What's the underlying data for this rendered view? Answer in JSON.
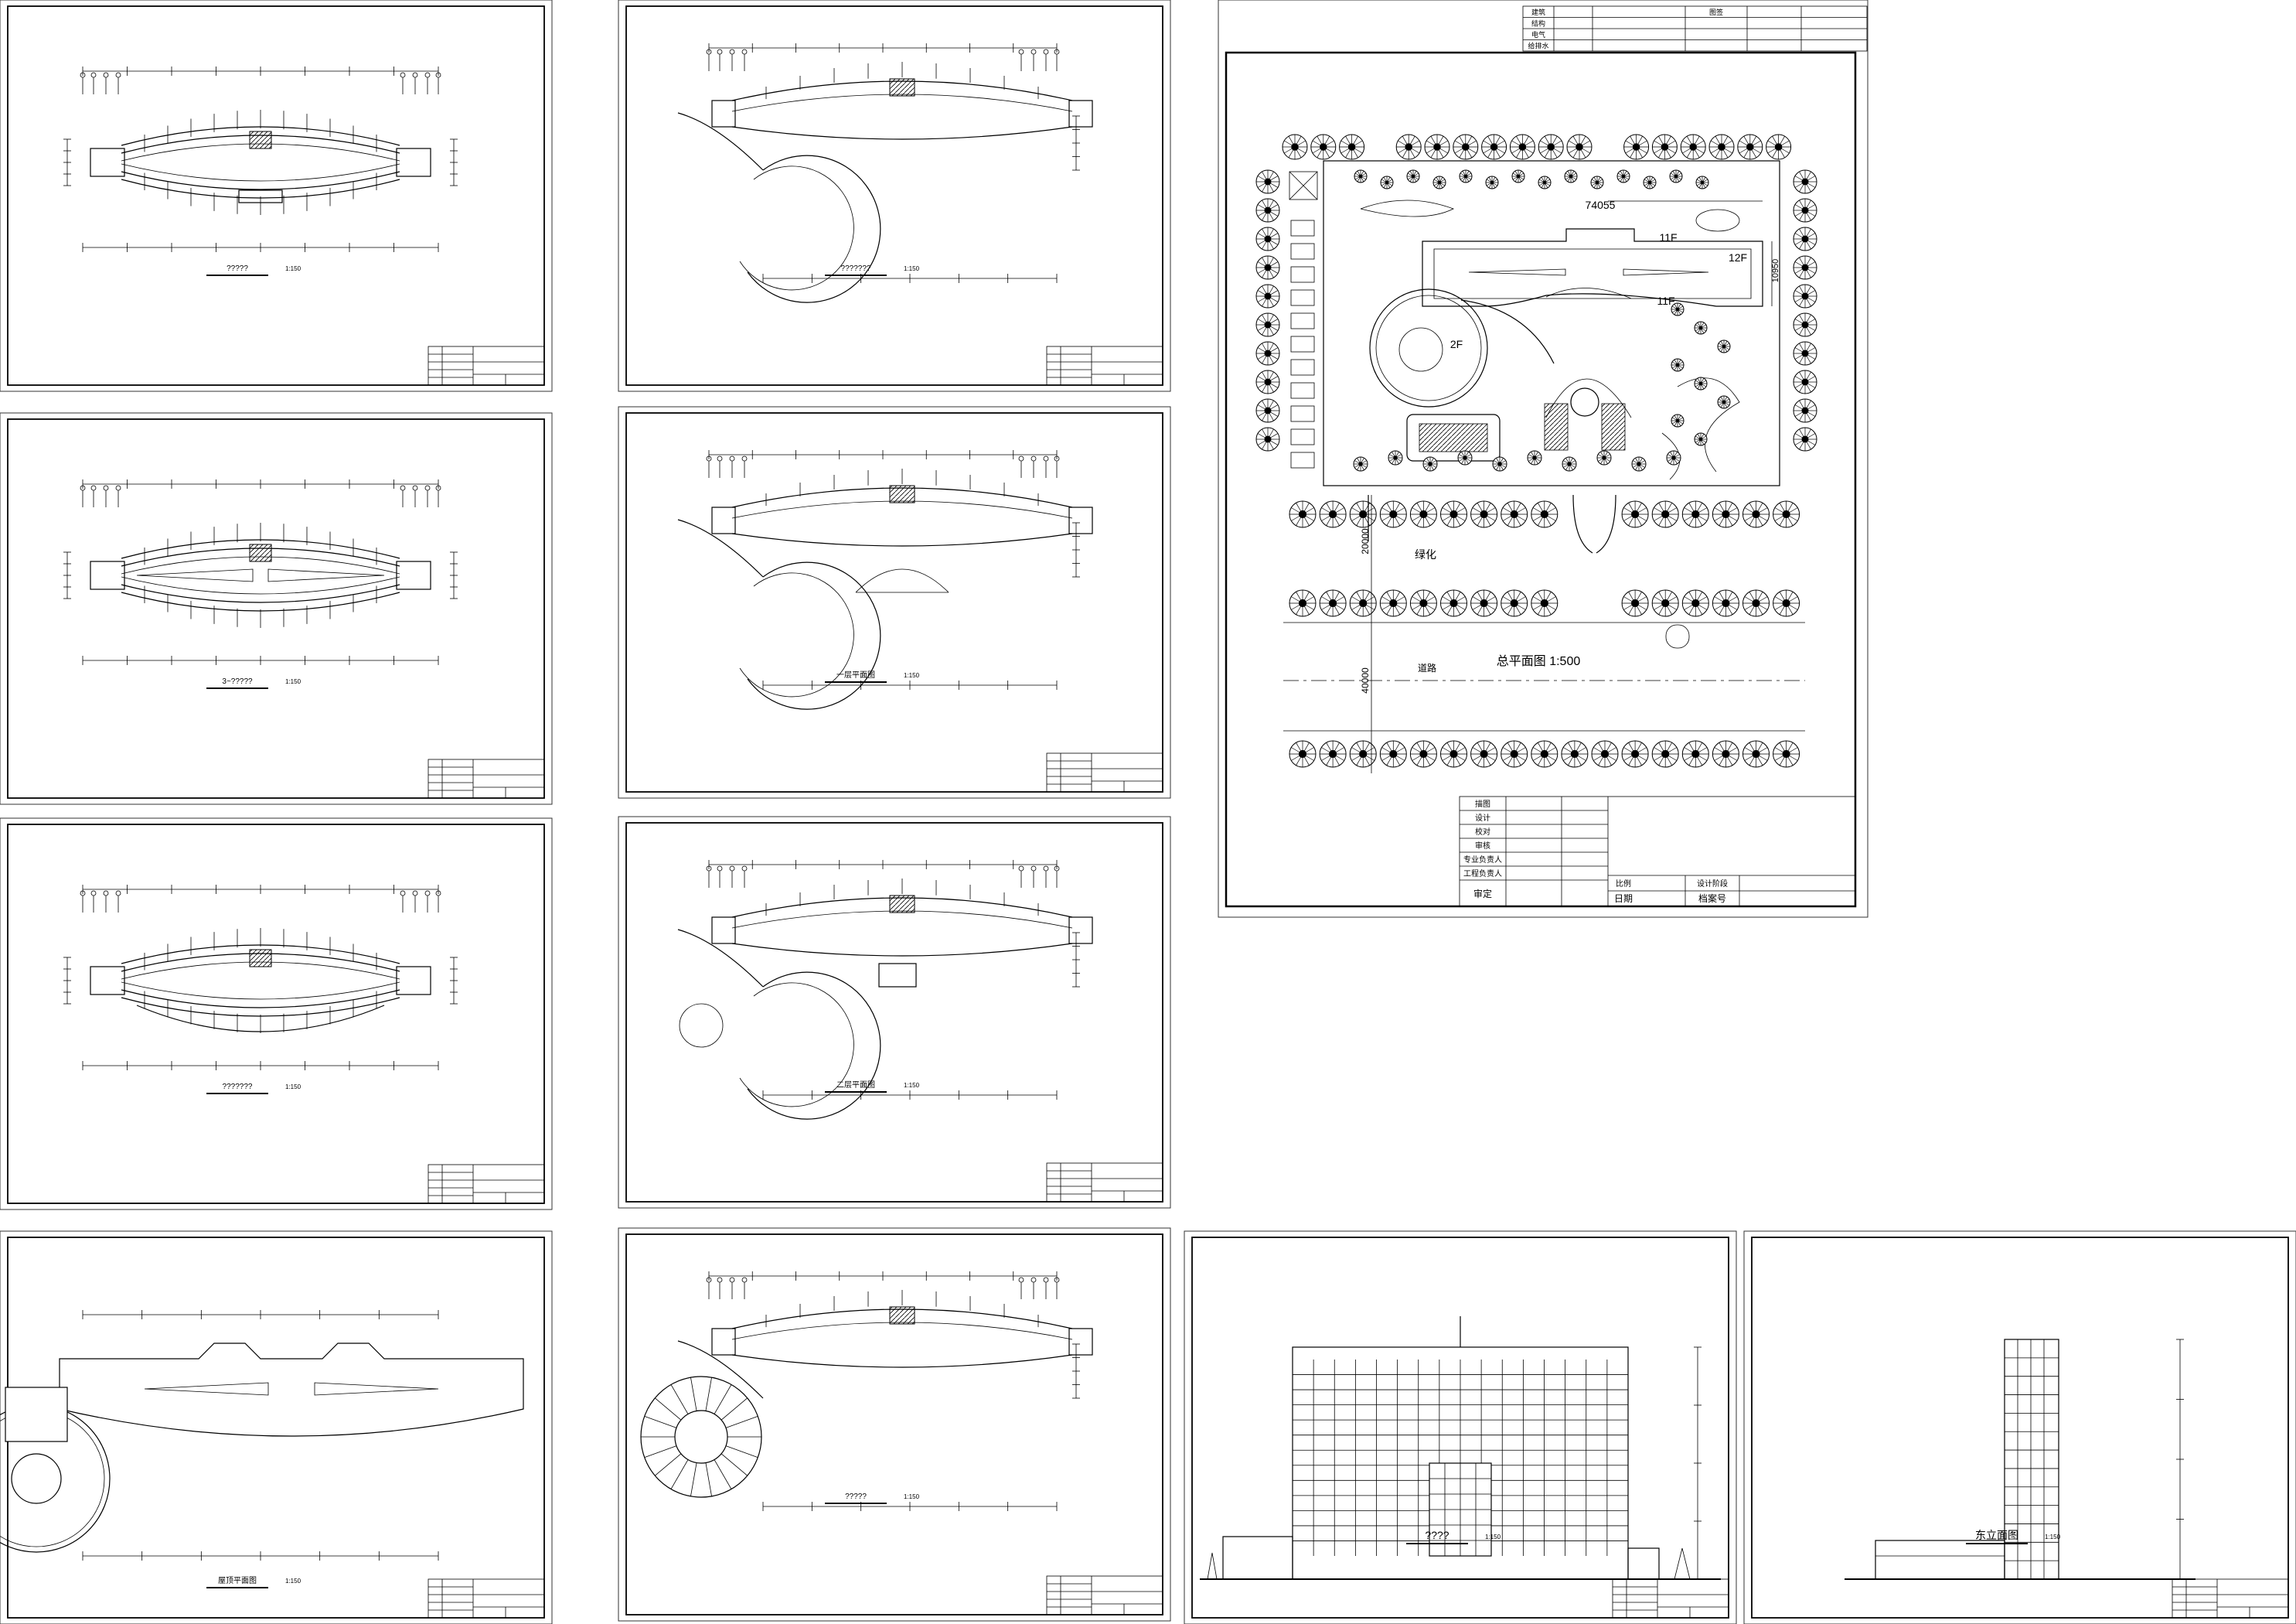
{
  "sheets": [
    {
      "id": "s1",
      "title": "?????",
      "scale": "1:150"
    },
    {
      "id": "s2",
      "title": "3~?????",
      "scale": "1:150"
    },
    {
      "id": "s3",
      "title": "???????",
      "scale": "1:150"
    },
    {
      "id": "s4",
      "title": "屋顶平面图",
      "scale": "1:150"
    },
    {
      "id": "s5",
      "title": "???????",
      "scale": "1:150"
    },
    {
      "id": "s6",
      "title": "一层平面图",
      "scale": "1:150"
    },
    {
      "id": "s7",
      "title": "二层平面图",
      "scale": "1:150"
    },
    {
      "id": "s8",
      "title": "?????",
      "scale": "1:150"
    },
    {
      "id": "s9",
      "title": "????",
      "scale": "1:150"
    },
    {
      "id": "s10",
      "title": "东立面图",
      "scale": "1:150"
    }
  ],
  "site_plan": {
    "title": "总平面图 1:500",
    "labels": {
      "green": "绿化",
      "road": "道路",
      "dim_20000": "20000",
      "dim_40000": "40000",
      "dim_74055": "74055",
      "dim_10950": "10950",
      "floor_11f_top": "11F",
      "floor_11f_bottom": "11F",
      "floor_12f": "12F",
      "floor_2f": "2F"
    },
    "top_table": {
      "rows": [
        "建筑",
        "结构",
        "电气",
        "给排水"
      ],
      "header_right": "图签"
    },
    "title_block": {
      "left_rows": [
        "描图",
        "设计",
        "校对",
        "审核",
        "专业负责人",
        "工程负责人"
      ],
      "bottom_left": "审定",
      "scale_label": "比例",
      "date_label": "日期",
      "stage_label": "设计阶段",
      "archive_label": "档案号"
    }
  }
}
